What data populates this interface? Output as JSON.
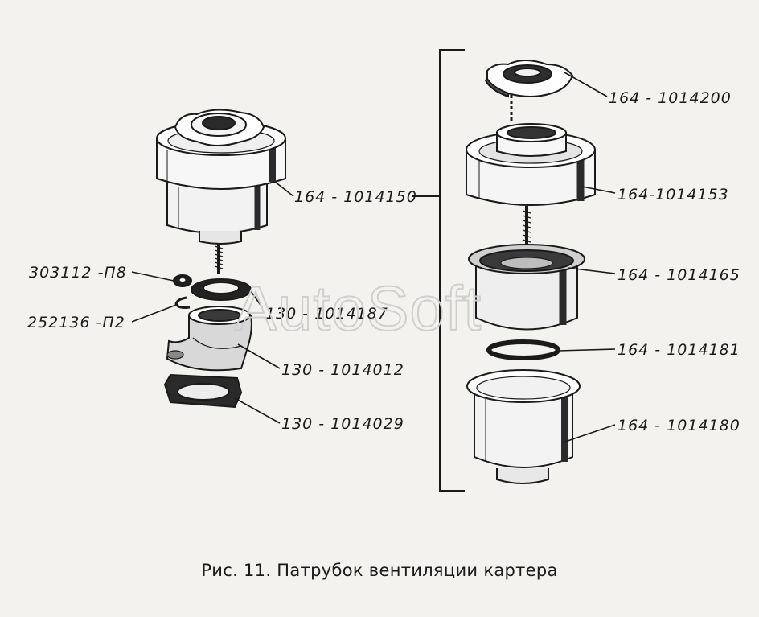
{
  "labels": {
    "breather_assembly": "164 - 1014150",
    "washer": "303112 -П8",
    "spring_washer": "252136 -П2",
    "gasket_ring": "130 - 1014187",
    "pipe_body": "130 - 1014012",
    "flange_gasket": "130 - 1014029",
    "cap": "164 - 1014200",
    "housing": "164-1014153",
    "filter_element": "164 - 1014165",
    "seal_ring": "164 - 1014181",
    "cup": "164 - 1014180"
  },
  "watermark": "AutoSoft",
  "caption": "Рис. 11. Патрубок вентиляции картера",
  "colors": {
    "ink": "#1a1a1a",
    "paper": "#f4f2ee",
    "watermark": "#cfcfcf"
  }
}
